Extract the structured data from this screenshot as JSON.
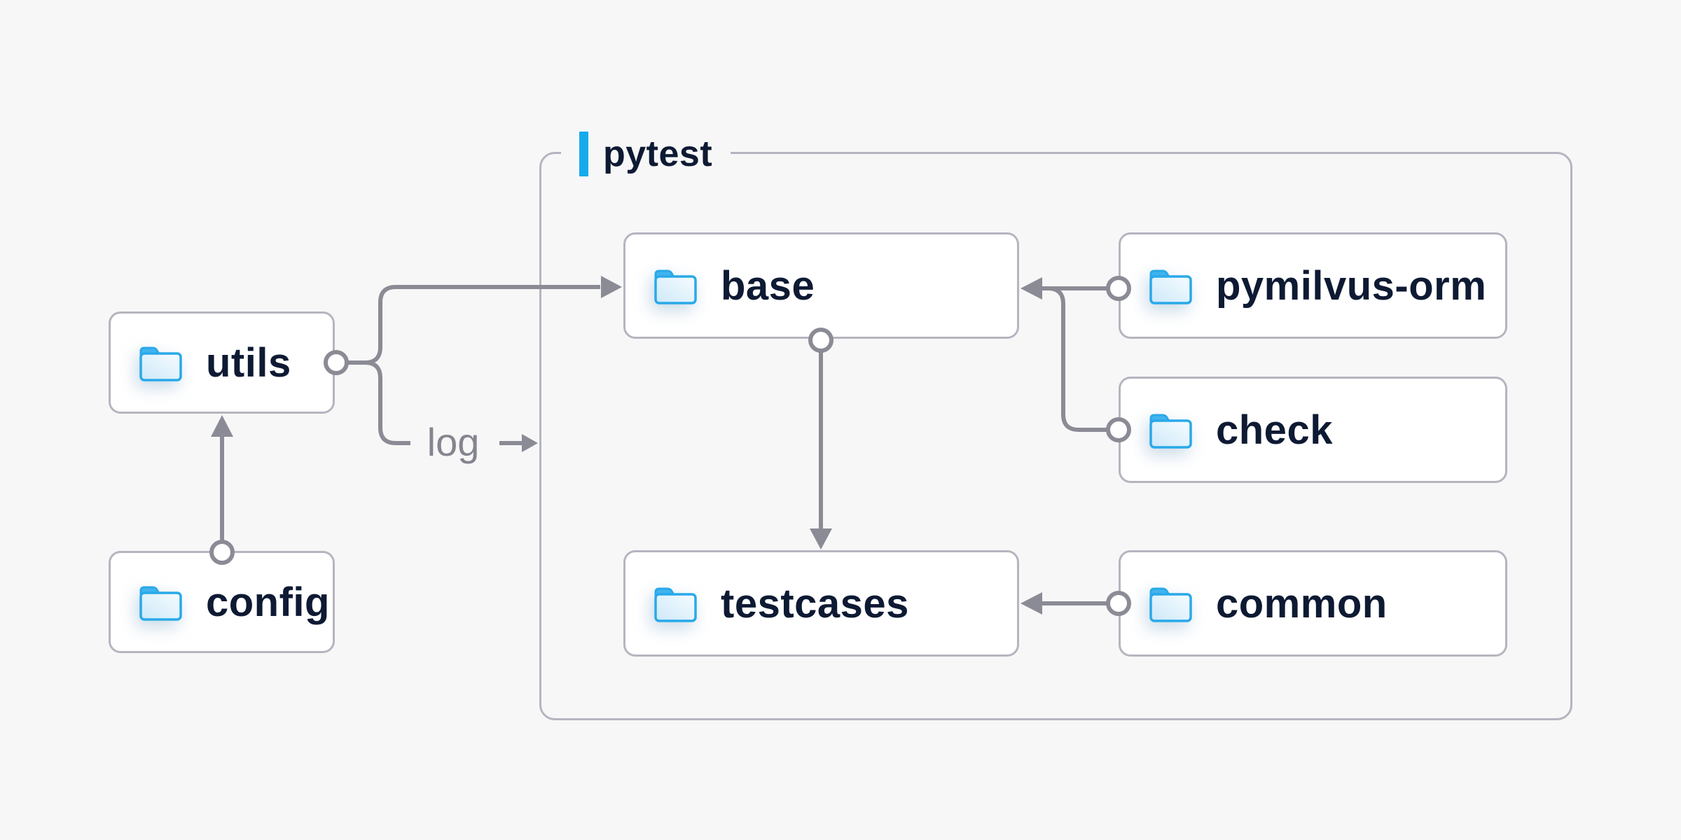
{
  "diagram": {
    "container": {
      "label": "pytest"
    },
    "nodes": [
      {
        "id": "utils",
        "label": "utils",
        "icon": "folder-icon"
      },
      {
        "id": "config",
        "label": "config",
        "icon": "folder-icon"
      },
      {
        "id": "base",
        "label": "base",
        "icon": "folder-icon"
      },
      {
        "id": "pymilvus-orm",
        "label": "pymilvus-orm",
        "icon": "folder-icon"
      },
      {
        "id": "check",
        "label": "check",
        "icon": "folder-icon"
      },
      {
        "id": "testcases",
        "label": "testcases",
        "icon": "folder-icon"
      },
      {
        "id": "common",
        "label": "common",
        "icon": "folder-icon"
      }
    ],
    "edges": [
      {
        "from": "config",
        "to": "utils",
        "label": ""
      },
      {
        "from": "utils",
        "to": "base",
        "label": ""
      },
      {
        "from": "utils",
        "to": "pytest",
        "label": "log"
      },
      {
        "from": "base",
        "to": "testcases",
        "label": ""
      },
      {
        "from": "pymilvus-orm",
        "to": "base",
        "label": ""
      },
      {
        "from": "check",
        "to": "base",
        "label": ""
      },
      {
        "from": "common",
        "to": "testcases",
        "label": ""
      }
    ],
    "colors": {
      "background": "#f7f7f8",
      "node_fill": "#ffffff",
      "node_border": "#b5b5c0",
      "edge_gray": "#8b8b95",
      "text_navy": "#0e1a33",
      "label_gray": "#85858f",
      "accent_blue": "#16aaec",
      "folder_blue": "#29a9e9"
    }
  }
}
